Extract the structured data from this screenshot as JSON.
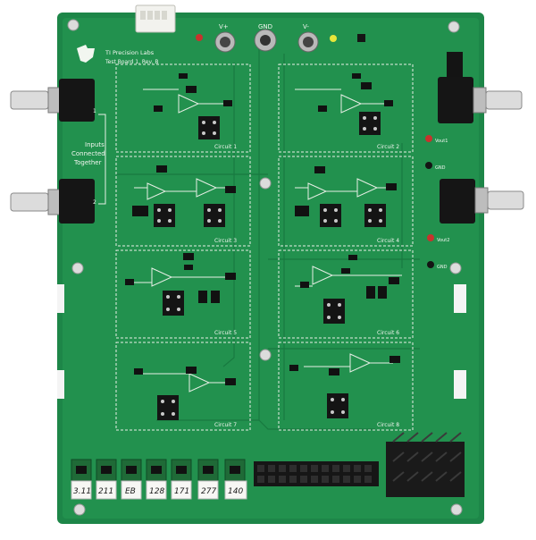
{
  "board": {
    "logo_line1": "TI Precision Labs",
    "logo_line2": "Test Board 1, Rev. B",
    "power_labels": [
      "V+",
      "GND",
      "V-"
    ],
    "inputs_note": [
      "Inputs",
      "Connected",
      "Together"
    ],
    "bnc_labels": [
      "1",
      "2"
    ],
    "circuit_labels": [
      "Circuit 1",
      "Circuit 2",
      "Circuit 3",
      "Circuit 4",
      "Circuit 5",
      "Circuit 6",
      "Circuit 7",
      "Circuit 8"
    ],
    "side_labels": [
      "Vout1",
      "GND",
      "Vout2",
      "GND"
    ],
    "handwritten_tags": [
      "3.11",
      "211",
      "EB",
      "128",
      "171",
      "277",
      "140"
    ],
    "colors": {
      "pcb": "#1f8a4c",
      "pcb_dark": "#16703c",
      "silk": "#f2f6f0",
      "connector_black": "#151515",
      "bnc_metal": "#d9d9d9"
    }
  }
}
